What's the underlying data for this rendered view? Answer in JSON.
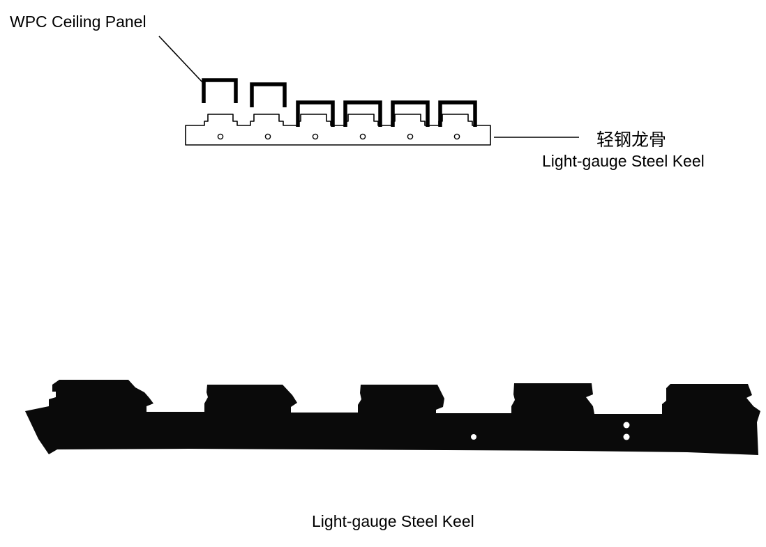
{
  "labels": {
    "panel": "WPC Ceiling Panel",
    "keel_cn": "轻钢龙骨",
    "keel_en": "Light-gauge Steel Keel",
    "photo_caption": "Light-gauge Steel Keel"
  },
  "colors": {
    "line": "#000000",
    "steel": "#0a0a0a",
    "background": "#ffffff"
  }
}
